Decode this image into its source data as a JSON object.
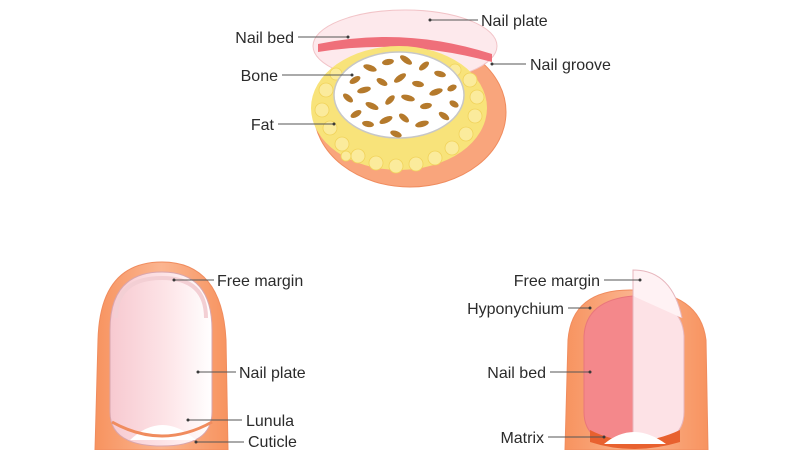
{
  "cross_section": {
    "labels": {
      "nail_plate": "Nail plate",
      "nail_bed": "Nail bed",
      "nail_groove": "Nail groove",
      "bone": "Bone",
      "fat": "Fat"
    }
  },
  "finger_top_view": {
    "labels": {
      "free_margin": "Free margin",
      "nail_plate": "Nail plate",
      "lunula": "Lunula",
      "cuticle": "Cuticle"
    }
  },
  "finger_section_view": {
    "labels": {
      "free_margin": "Free margin",
      "hyponychium": "Hyponychium",
      "nail_bed": "Nail bed",
      "matrix": "Matrix"
    }
  },
  "colors": {
    "skin": "#f9a57c",
    "skin_light": "#fbc8a8",
    "nail_bed": "#f4888b",
    "fat": "#f8e37a",
    "bone": "#b57a2c",
    "nail_plate": "#fde7ea"
  }
}
